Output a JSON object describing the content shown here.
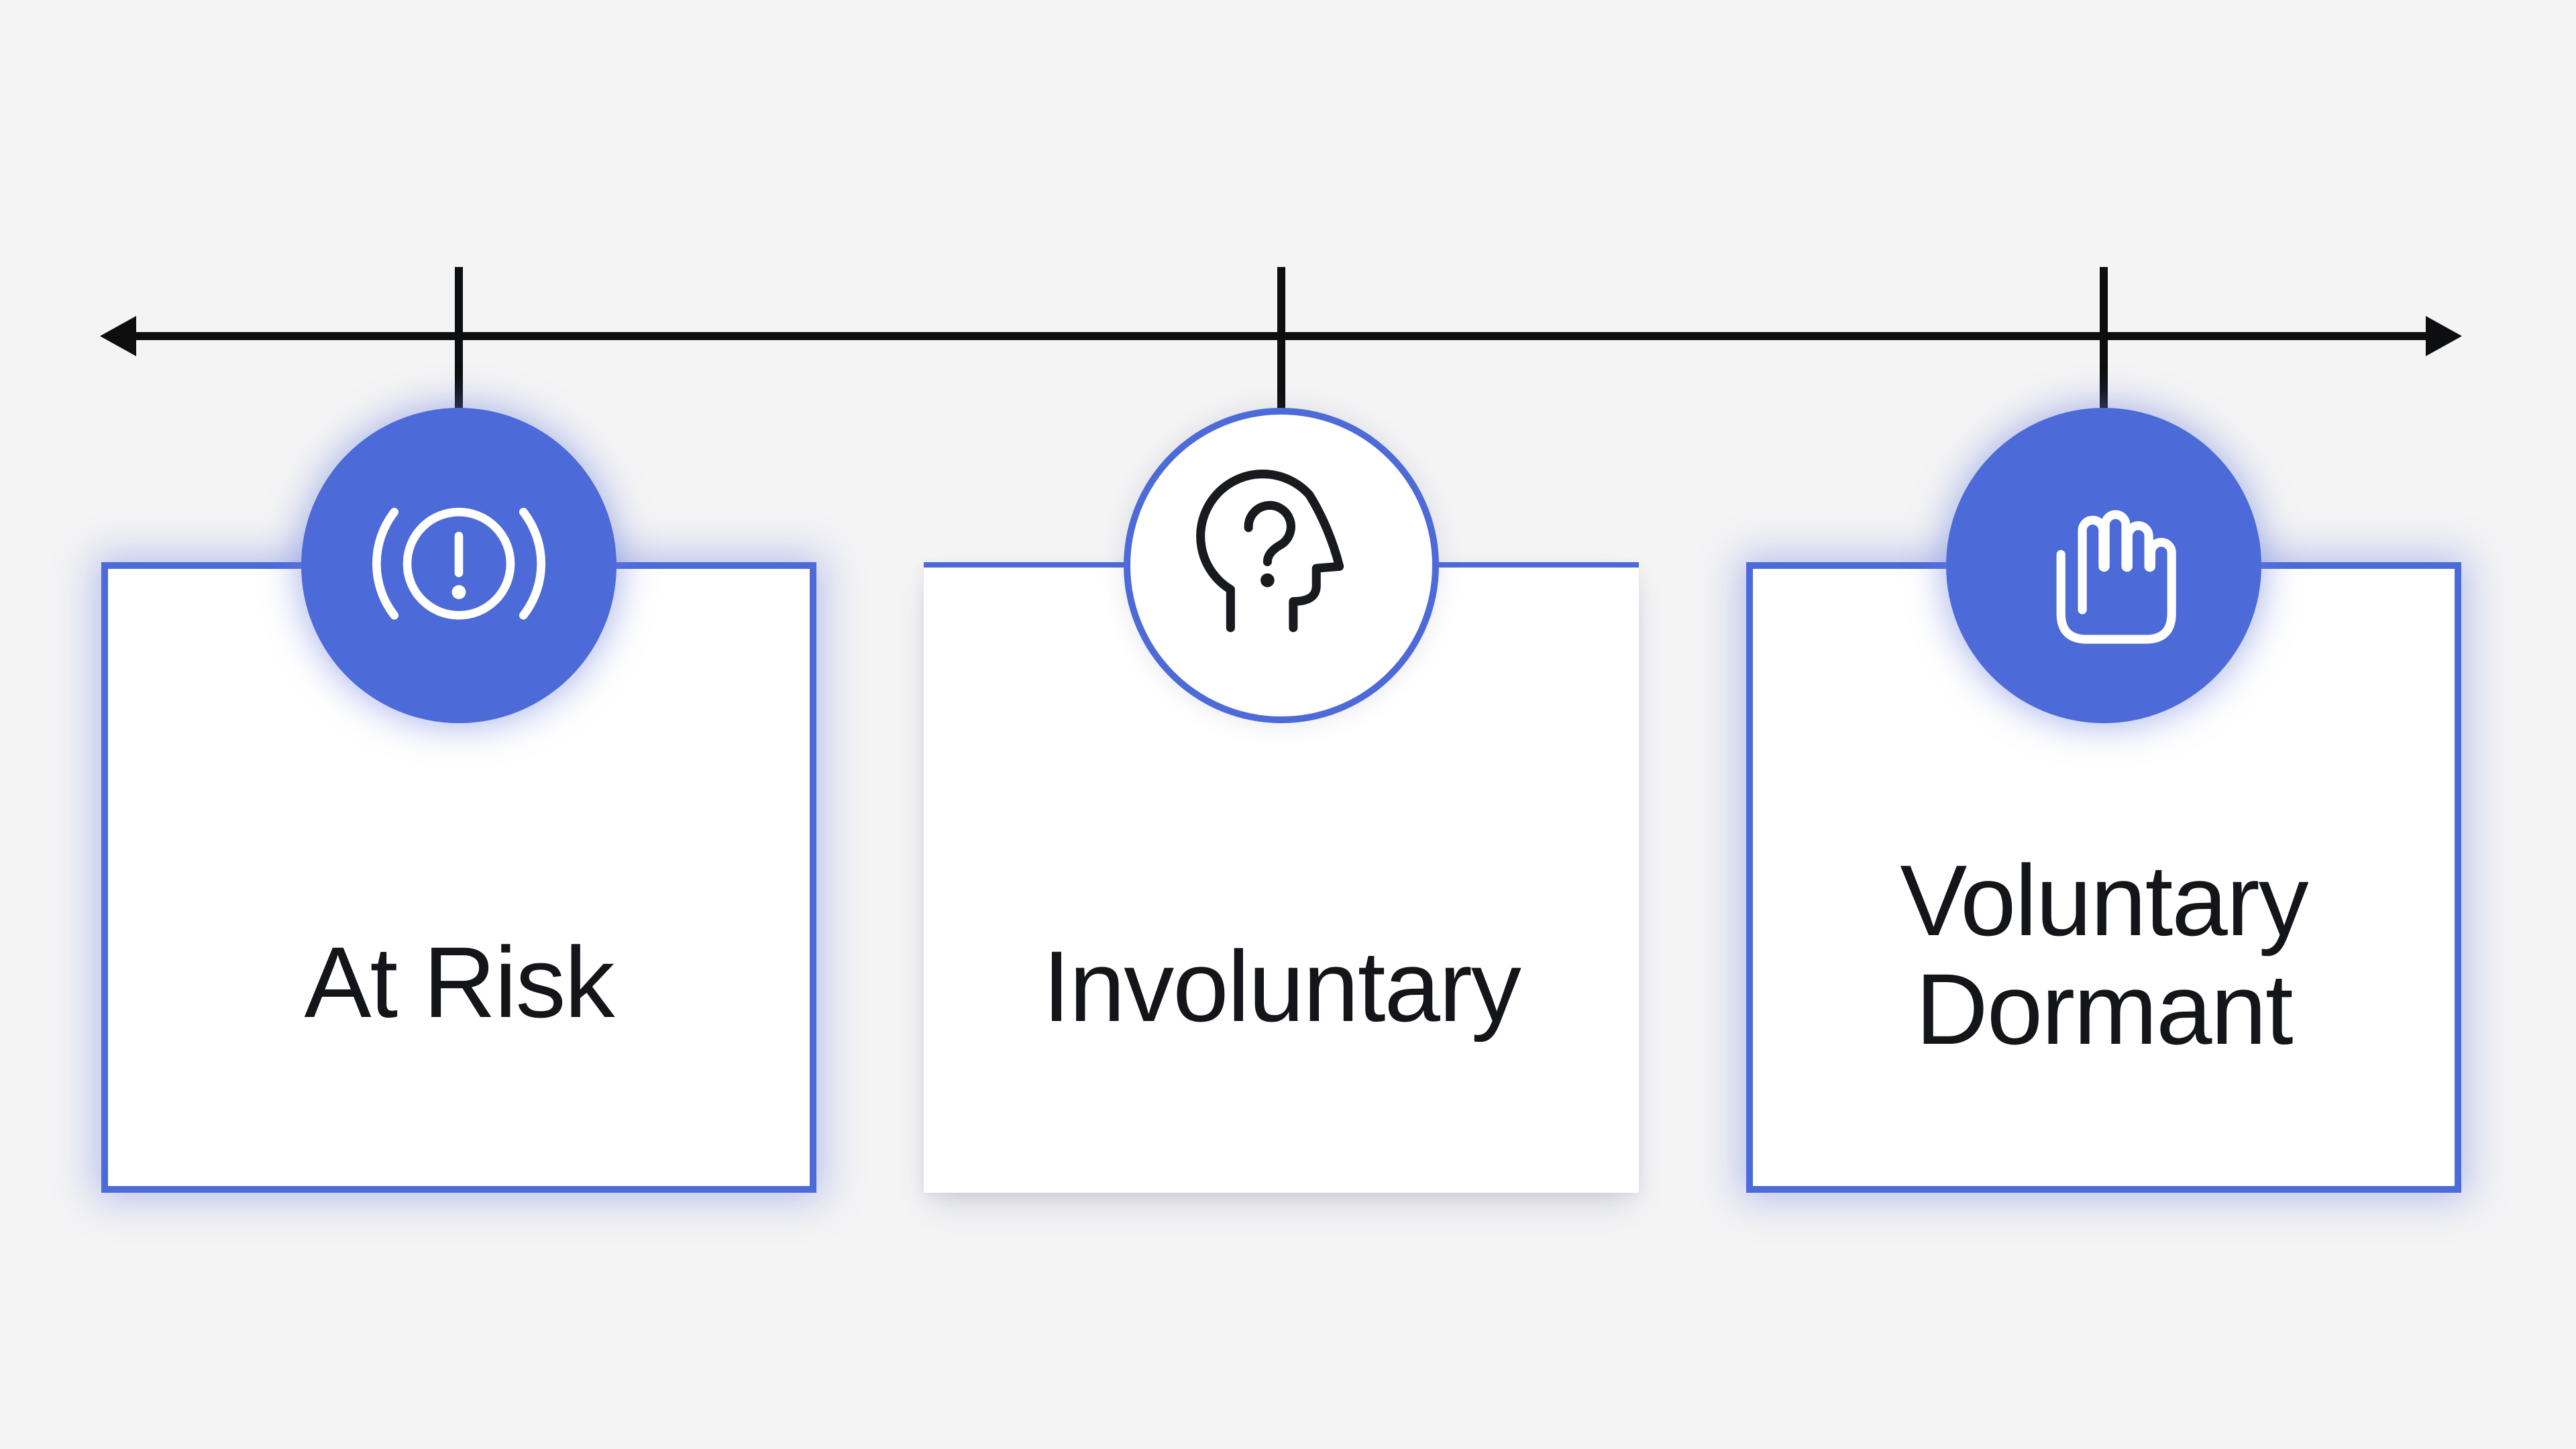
{
  "diagram": {
    "timeline": {
      "style": "double-headed-arrow",
      "tick_count": 3
    },
    "colors": {
      "background": "#f4f4f5",
      "accent_blue": "#4c6ad8",
      "line_black": "#0d0e10",
      "card_white": "#ffffff",
      "text": "#141519",
      "icon_dark": "#191a1e",
      "icon_light": "#ffffff"
    },
    "items": [
      {
        "label": "At Risk",
        "icon": "brake-alert-icon",
        "circle_style": "filled"
      },
      {
        "label": "Involuntary",
        "icon": "head-question-icon",
        "circle_style": "outline"
      },
      {
        "label": "Voluntary Dormant",
        "icon": "stop-hand-icon",
        "circle_style": "filled"
      }
    ]
  }
}
